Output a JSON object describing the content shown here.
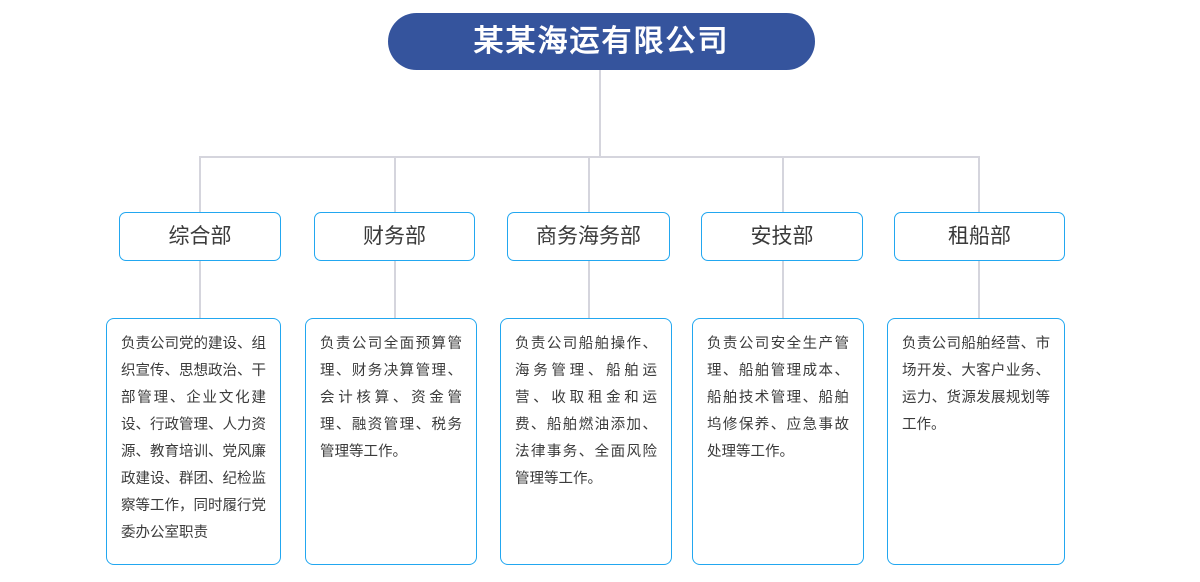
{
  "chart": {
    "type": "org-chart",
    "root": {
      "title": "某某海运有限公司"
    },
    "departments": [
      {
        "name": "综合部",
        "description": "负责公司党的建设、组织宣传、思想政治、干部管理、企业文化建设、行政管理、人力资源、教育培训、党风廉政建设、群团、纪检监察等工作，同时履行党委办公室职责"
      },
      {
        "name": "财务部",
        "description": "负责公司全面预算管理、财务决算管理、会计核算、资金管理、融资管理、税务管理等工作。"
      },
      {
        "name": "商务海务部",
        "description": "负责公司船舶操作、海务管理、船舶运营、收取租金和运费、船舶燃油添加、法律事务、全面风险管理等工作。"
      },
      {
        "name": "安技部",
        "description": "负责公司安全生产管理、船舶管理成本、船舶技术管理、船舶坞修保养、应急事故处理等工作。"
      },
      {
        "name": "租船部",
        "description": "负责公司船舶经营、市场开发、大客户业务、运力、货源发展规划等工作。"
      }
    ]
  },
  "colors": {
    "root_fill": "#35549D",
    "root_text": "#FFFFFF",
    "node_border": "#22A7F0",
    "node_text": "#3B3B3B",
    "connector": "#D5D5DD",
    "background": "#FFFFFF"
  }
}
